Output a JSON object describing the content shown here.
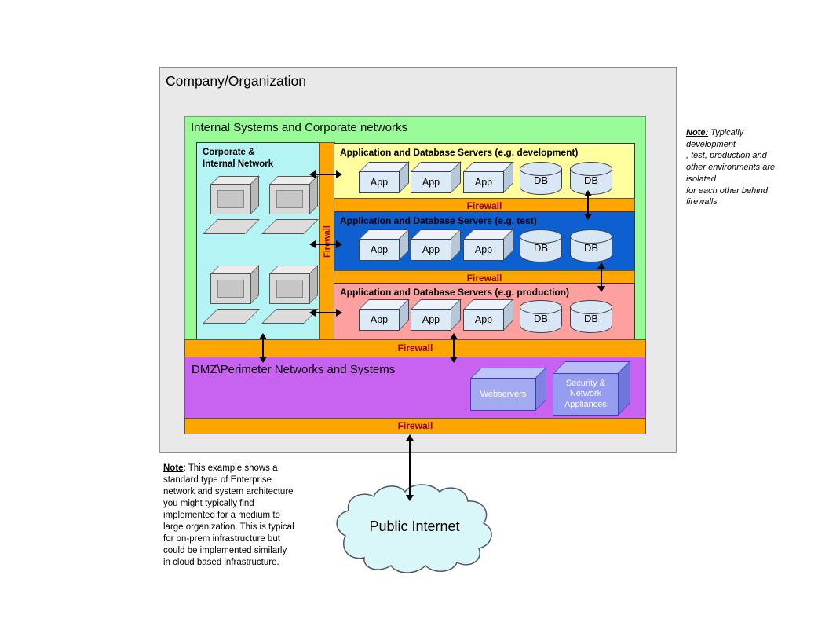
{
  "company": {
    "title": "Company/Organization"
  },
  "internal": {
    "title": "Internal Systems and Corporate networks"
  },
  "corporate_network": {
    "title": "Corporate &\nInternal Network"
  },
  "firewall": {
    "label": "Firewall"
  },
  "sections": {
    "development": {
      "title": "Application and Database Servers (e.g. development)"
    },
    "test": {
      "title": "Application and Database Servers (e.g. test)"
    },
    "production": {
      "title": "Application and Database Servers (e.g. production)"
    }
  },
  "server_labels": {
    "app": "App",
    "db": "DB"
  },
  "dmz": {
    "title": "DMZ\\Perimeter Networks and Systems",
    "webservers": "Webservers",
    "security_appliances": "Security &\nNetwork\nAppliances"
  },
  "cloud": {
    "label": "Public Internet"
  },
  "notes": {
    "right": {
      "prefix": "Note:",
      "body": " Typically\ndevelopment\n, test, production and\nother environments are\nisolated\nfor each other behind\nfirewalls"
    },
    "bottom": {
      "prefix": "Note",
      "body": ": This example shows a\nstandard type of Enterprise\nnetwork and system architecture\nyou might typically find\nimplemented for a medium to\nlarge organization. This is typical\nfor on-prem infrastructure but\ncould be implemented similarly\nin cloud based infrastructure."
    }
  },
  "colors": {
    "outer_bg": "#e9e9e9",
    "internal_green": "#98fb98",
    "corporate_cyan": "#b5f4f4",
    "development_yellow": "#ffffa0",
    "test_blue": "#0e5fd0",
    "production_pink": "#ffa0a0",
    "dmz_purple": "#c763f0",
    "firewall_orange": "#ffa500",
    "firewall_text": "#8b0000",
    "cloud_fill": "#d9f7f9"
  }
}
